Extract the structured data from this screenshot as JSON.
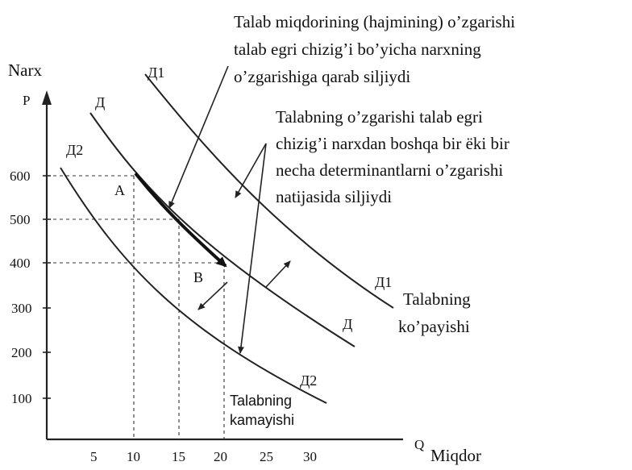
{
  "axes": {
    "y_word": "Narx",
    "y_letter": "P",
    "x_word": "Miqdor",
    "x_letter": "Q",
    "x_ticks": [
      "5",
      "10",
      "15",
      "20",
      "25",
      "30"
    ],
    "y_ticks": [
      "100",
      "200",
      "300",
      "400",
      "500",
      "600"
    ]
  },
  "curves": {
    "d1_top": "Д1",
    "d1_bottom": "Д1",
    "d_top": "Д",
    "d_bottom": "Д",
    "d2_top": "Д2",
    "d2_bottom": "Д2"
  },
  "points": {
    "a": "A",
    "b": "B"
  },
  "annotations": {
    "movement_text": [
      "Talab miqdorining (hajmining) o’zgarishi",
      "talab egri chizig’i bo’yicha narxning",
      "o’zgarishiga qarab siljiydi"
    ],
    "shift_text": [
      "Talabning o’zgarishi talab egri",
      "chizig’i narxdan boshqa bir ёki bir",
      "necha determinantlarni o’zgarishi",
      "natijasida siljiydi"
    ],
    "increase_text": [
      "Talabning",
      "ko’payishi"
    ],
    "decrease_text": [
      "Talabning",
      "kamayishi"
    ]
  }
}
